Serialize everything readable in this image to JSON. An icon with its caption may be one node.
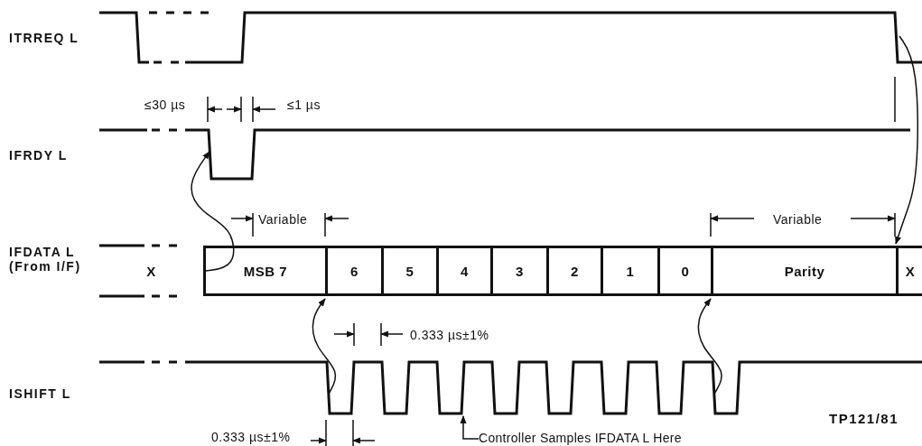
{
  "diagram": {
    "nodes": [
      {
        "text": [
          "X"
        ]
      },
      {
        "text": [
          "MSB 7"
        ]
      },
      {
        "text": [
          "6"
        ]
      },
      {
        "text": [
          "5"
        ]
      },
      {
        "text": [
          "4"
        ]
      },
      {
        "text": [
          "3"
        ]
      },
      {
        "text": [
          "2"
        ]
      },
      {
        "text": [
          "1"
        ]
      },
      {
        "text": [
          "0"
        ]
      },
      {
        "text": [
          "Parity"
        ]
      },
      {
        "text": [
          "X"
        ]
      },
      {
        "text": [
          "Controller Samples IFDATA L Here"
        ]
      },
      {
        "text": [],
        "shape": "waveform"
      },
      {
        "text": [],
        "shape": "waveform"
      },
      {
        "text": [],
        "shape": "waveform"
      }
    ],
    "edges": [
      {
        "from": 1,
        "to": 13,
        "arrow": "to"
      },
      {
        "from": 14,
        "to": 2,
        "arrow": "to"
      },
      {
        "from": 14,
        "to": 9,
        "arrow": "to"
      },
      {
        "from": 12,
        "to": 10,
        "arrow": "to"
      },
      {
        "from": 11,
        "to": 14,
        "arrow": "to"
      }
    ],
    "labels": [
      "ITRREQ L",
      "IFRDY L",
      "IFDATA L (From I/F)",
      "ISHIFT L",
      "≤30 µs",
      "≤1 µs",
      "Variable",
      "Variable",
      "0.333 µs±1%",
      "0.333 µs±1%",
      "TP121/81"
    ]
  }
}
